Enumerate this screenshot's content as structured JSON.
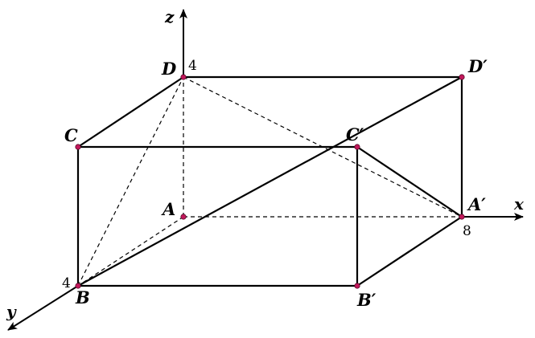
{
  "axes": {
    "x": "x",
    "y": "y",
    "z": "z"
  },
  "vertices": {
    "A": "A",
    "B": "B",
    "C": "C",
    "D": "D",
    "A_prime": "A′",
    "B_prime": "B′",
    "C_prime": "C′",
    "D_prime": "D′"
  },
  "ticks": {
    "z": "4",
    "y": "4",
    "x": "8"
  }
}
